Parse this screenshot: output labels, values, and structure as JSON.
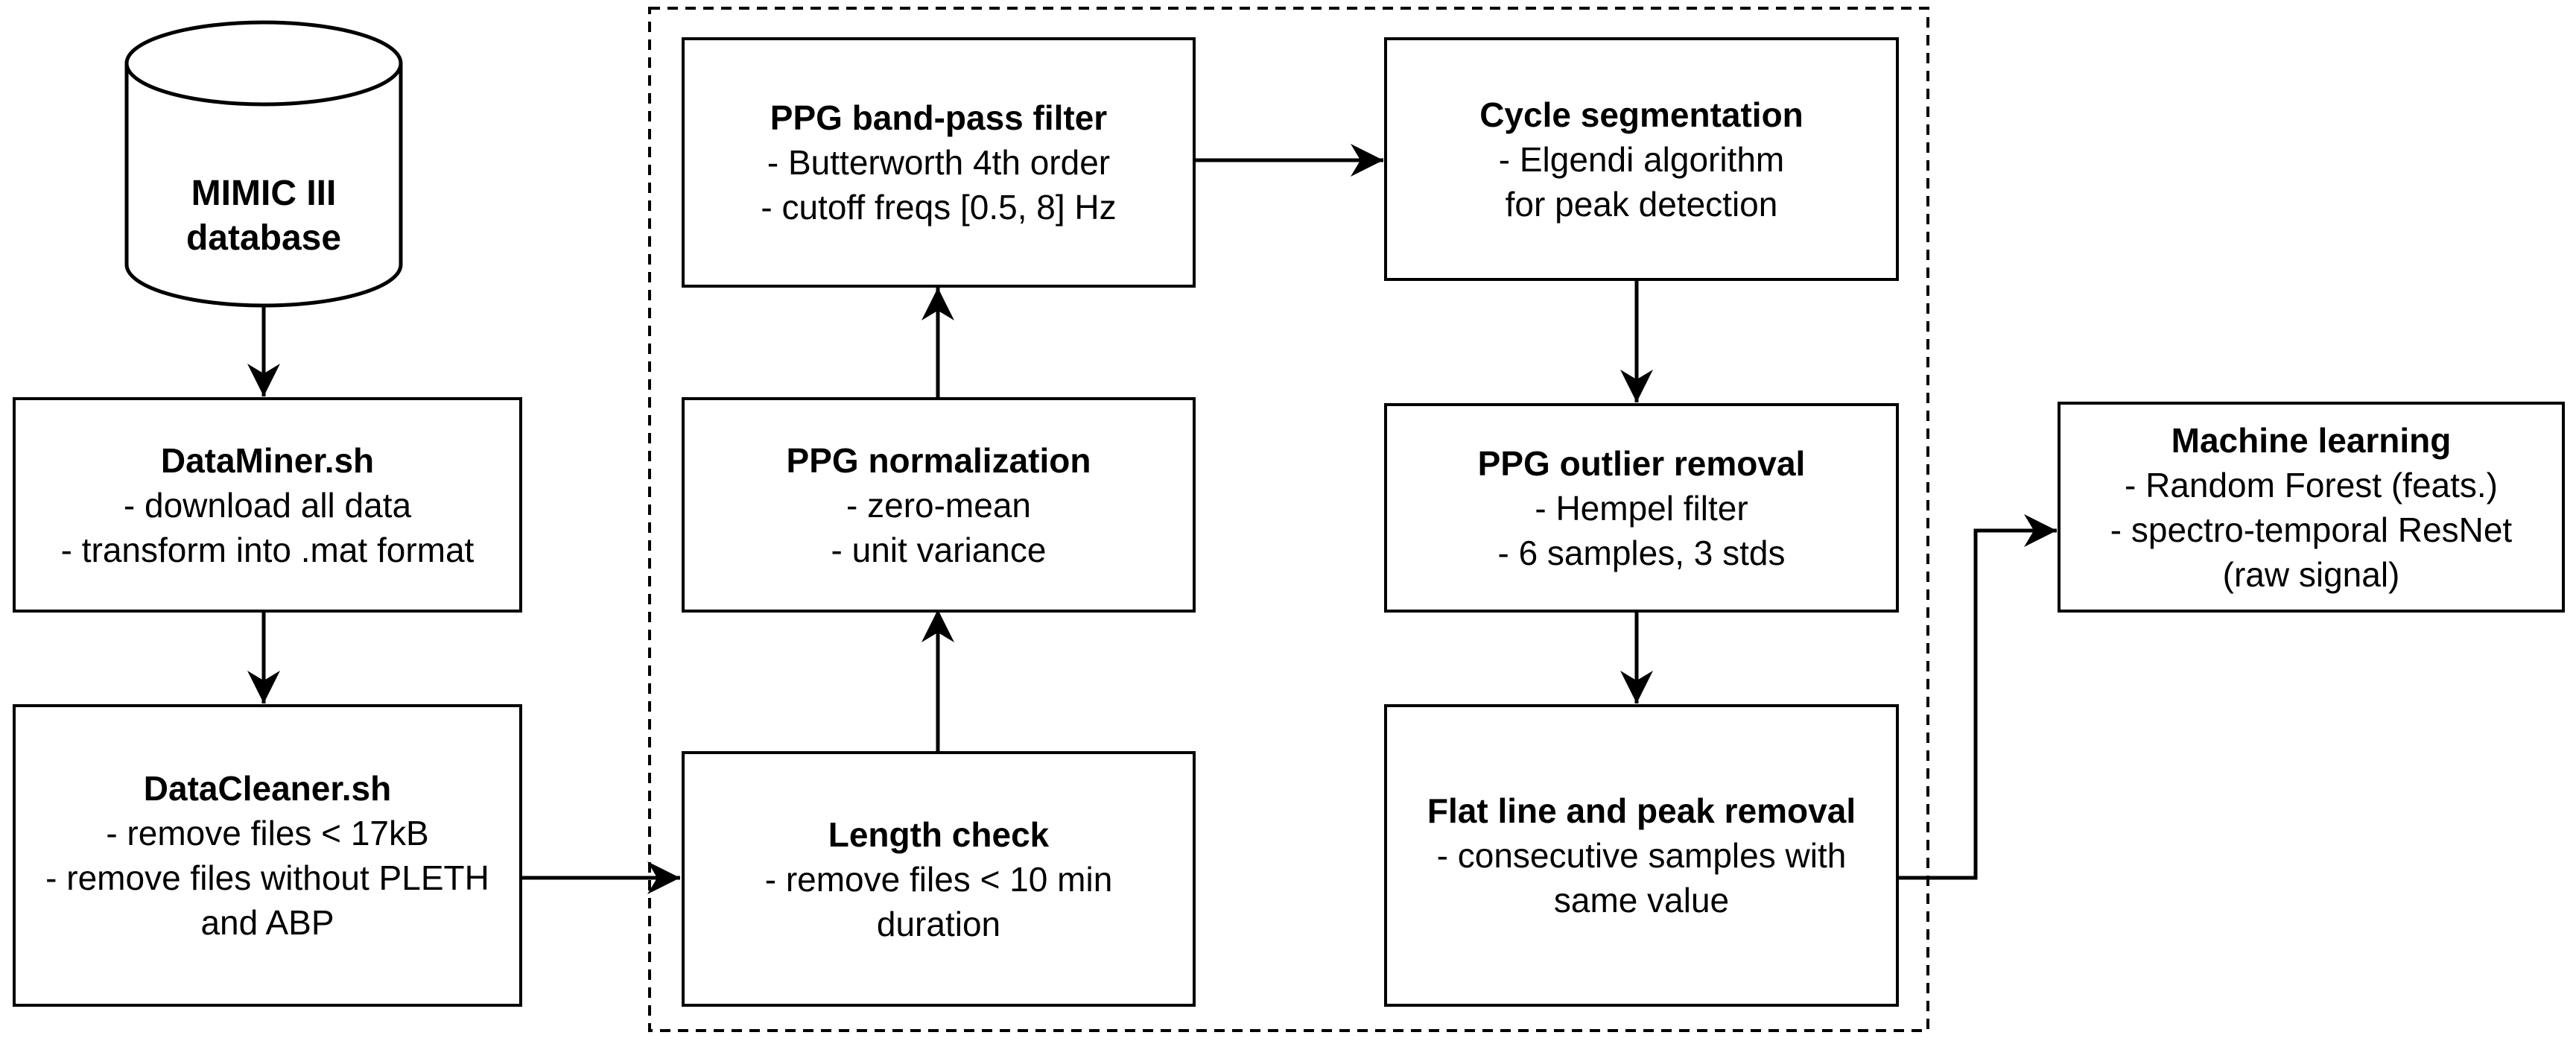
{
  "database": {
    "lines": [
      "MIMIC III",
      "database"
    ]
  },
  "data_miner": {
    "title": "DataMiner.sh",
    "lines": [
      "- download all data",
      "- transform into .mat format"
    ]
  },
  "data_cleaner": {
    "title": "DataCleaner.sh",
    "lines": [
      "- remove files < 17kB",
      "- remove files without PLETH",
      "and ABP"
    ]
  },
  "length_check": {
    "title": "Length check",
    "lines": [
      "- remove files < 10 min",
      "duration"
    ]
  },
  "normalization": {
    "title": "PPG normalization",
    "lines": [
      "- zero-mean",
      "- unit variance"
    ]
  },
  "bandpass": {
    "title": "PPG band-pass filter",
    "lines": [
      "- Butterworth 4th order",
      "- cutoff freqs [0.5, 8] Hz"
    ]
  },
  "cycle_seg": {
    "title": "Cycle segmentation",
    "lines": [
      "- Elgendi algorithm",
      "for peak detection"
    ]
  },
  "outlier": {
    "title": "PPG outlier removal",
    "lines": [
      "- Hempel filter",
      "- 6 samples, 3 stds"
    ]
  },
  "flatline": {
    "title": "Flat line and peak removal",
    "lines": [
      "- consecutive samples with",
      "same value"
    ]
  },
  "ml": {
    "title": "Machine learning",
    "lines": [
      "- Random Forest (feats.)",
      "- spectro-temporal ResNet",
      "(raw signal)"
    ]
  }
}
